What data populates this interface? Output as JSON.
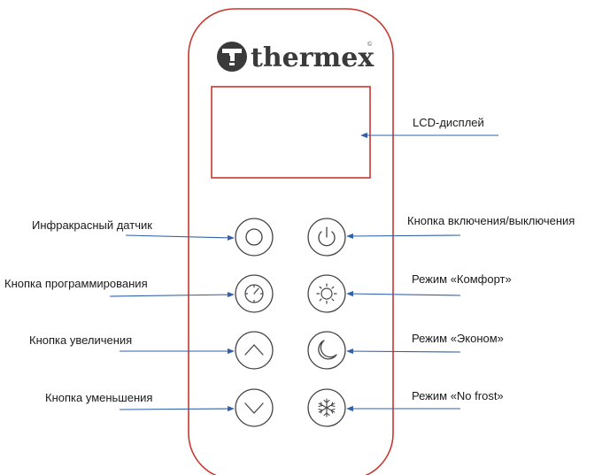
{
  "brand": {
    "name": "thermex",
    "mark": "©"
  },
  "colors": {
    "outline": "#c8382f",
    "arrow": "#2f5fa8",
    "button": "#444444",
    "logo": "#3a3a3a"
  },
  "callouts": {
    "lcd": "LCD-дисплей",
    "ir_sensor": "Инфракрасный датчик",
    "power": "Кнопка включения/выключения",
    "program": "Кнопка программирования",
    "comfort": "Режим «Комфорт»",
    "increase": "Кнопка увеличения",
    "eco": "Режим «Эконом»",
    "decrease": "Кнопка уменьшения",
    "no_frost": "Режим «No frost»"
  },
  "buttons": {
    "left": [
      "ir-sensor",
      "program-button",
      "increase-button",
      "decrease-button"
    ],
    "right": [
      "power-button",
      "comfort-mode-button",
      "eco-mode-button",
      "no-frost-mode-button"
    ],
    "icons": [
      "circle-icon",
      "power-icon",
      "clock-icon",
      "sun-icon",
      "chevron-up-icon",
      "moon-icon",
      "chevron-down-icon",
      "snowflake-icon"
    ]
  }
}
